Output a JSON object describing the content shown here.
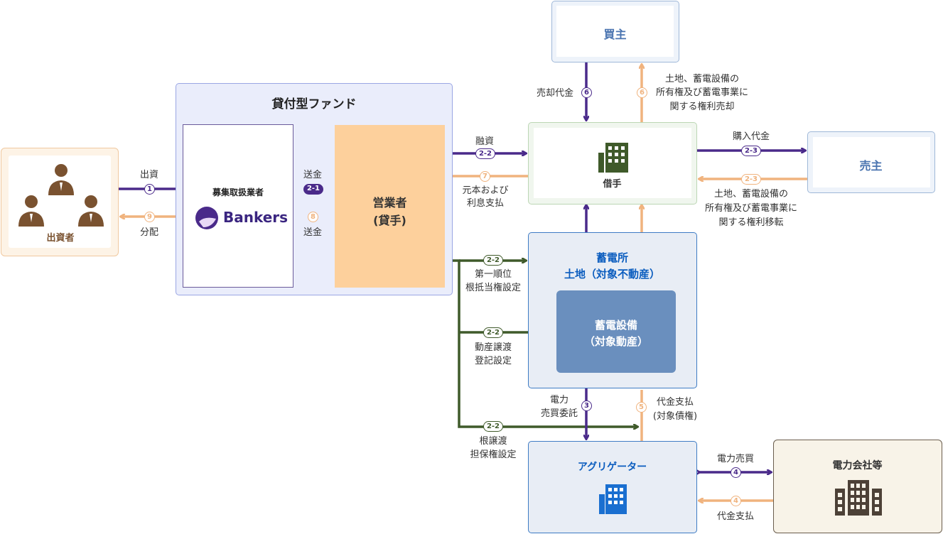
{
  "colors": {
    "purple": "#4a2a8a",
    "orange": "#f0b37e",
    "green": "#3f5a2a",
    "blue_text": "#0b5dbf",
    "fund_bg": "#eaedfb",
    "lender_bg": "#fdd09c",
    "investor_bg": "#fdf3e6",
    "equip_bg": "#6a8fbe",
    "power_bg": "#f8f3e8"
  },
  "nodes": {
    "investor": {
      "label": "出資者",
      "icon": "people-icon"
    },
    "fund": {
      "title": "貸付型ファンド"
    },
    "broker": {
      "label": "募集取扱業者",
      "logo_text": "Bankers",
      "icon": "bankers-logo-icon"
    },
    "lender": {
      "line1": "営業者",
      "line2": "(貸手)"
    },
    "buyer": {
      "label": "買主"
    },
    "borrower": {
      "label": "借手",
      "icon": "building-icon"
    },
    "seller": {
      "label": "売主"
    },
    "plant": {
      "line1": "蓄電所",
      "line2": "土地（対象不動産）"
    },
    "equipment": {
      "line1": "蓄電設備",
      "line2": "（対象動産）"
    },
    "aggregator": {
      "label": "アグリゲーター",
      "icon": "building-blue-icon"
    },
    "power_co": {
      "label": "電力会社等",
      "icon": "buildings-icon"
    }
  },
  "flows": {
    "invest": {
      "text": "出資",
      "badge": "1"
    },
    "distribute": {
      "text": "分配",
      "badge": "9"
    },
    "remit_in": {
      "text": "送金",
      "badge": "2-1"
    },
    "remit_out": {
      "text": "送金",
      "badge": "8"
    },
    "finance": {
      "text": "融資",
      "badge": "2-2"
    },
    "repay": {
      "line1": "元本および",
      "line2": "利息支払",
      "badge": "7"
    },
    "mortgage": {
      "line1": "第一順位",
      "line2": "根抵当権設定",
      "badge": "2-2"
    },
    "transfer": {
      "line1": "動産譲渡",
      "line2": "登記設定",
      "badge": "2-2"
    },
    "collateral": {
      "line1": "根譲渡",
      "line2": "担保権設定",
      "badge": "2-2"
    },
    "sale_price": {
      "text": "売却代金",
      "badge": "6"
    },
    "sale_rights": {
      "line1": "土地、蓄電設備の",
      "line2": "所有権及び蓄電事業に",
      "line3": "関する権利売却",
      "badge": "6"
    },
    "purchase_price": {
      "text": "購入代金",
      "badge": "2-3"
    },
    "purchase_rights": {
      "line1": "土地、蓄電設備の",
      "line2": "所有権及び蓄電事業に",
      "line3": "関する権利移転",
      "badge": "2-3"
    },
    "power_consign": {
      "line1": "電力",
      "line2": "売買委託",
      "badge": "3"
    },
    "price_pay": {
      "line1": "代金支払",
      "line2": "(対象債権)",
      "badge": "5"
    },
    "power_trade": {
      "text": "電力売買",
      "badge": "4"
    },
    "price_pay2": {
      "text": "代金支払",
      "badge": "4"
    }
  }
}
